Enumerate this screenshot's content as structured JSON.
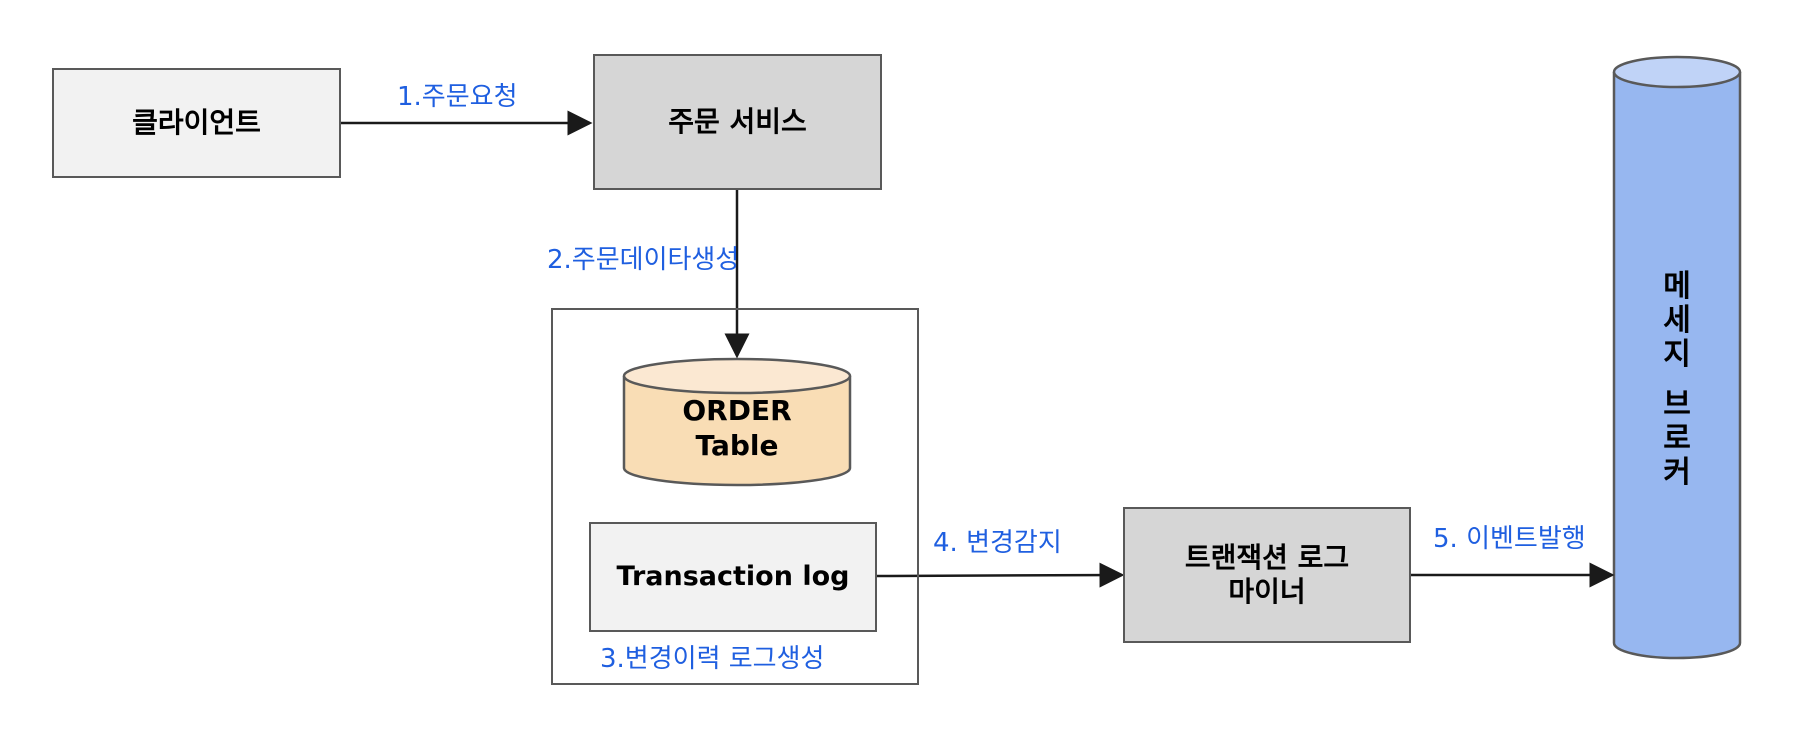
{
  "nodes": {
    "client": "클라이언트",
    "order_service": "주문 서비스",
    "order_table_line1": "ORDER",
    "order_table_line2": "Table",
    "transaction_log": "Transaction log",
    "log_miner_line1": "트랜잭션 로그",
    "log_miner_line2": "마이너",
    "broker_chars": [
      "메",
      "세",
      "지",
      "",
      "브",
      "로",
      "커"
    ]
  },
  "edges": {
    "step1": "1.주문요청",
    "step2": "2.주문데이타생성",
    "step3": "3.변경이력 로그생성",
    "step4": "4. 변경감지",
    "step5": "5. 이벤트발행"
  },
  "colors": {
    "label_blue": "#1f5fe0",
    "db_fill": "#f9ddb5",
    "db_top": "#fbe8d2",
    "broker_fill": "#97b7f0",
    "broker_top": "#c0d3f7",
    "stroke": "#595959"
  }
}
